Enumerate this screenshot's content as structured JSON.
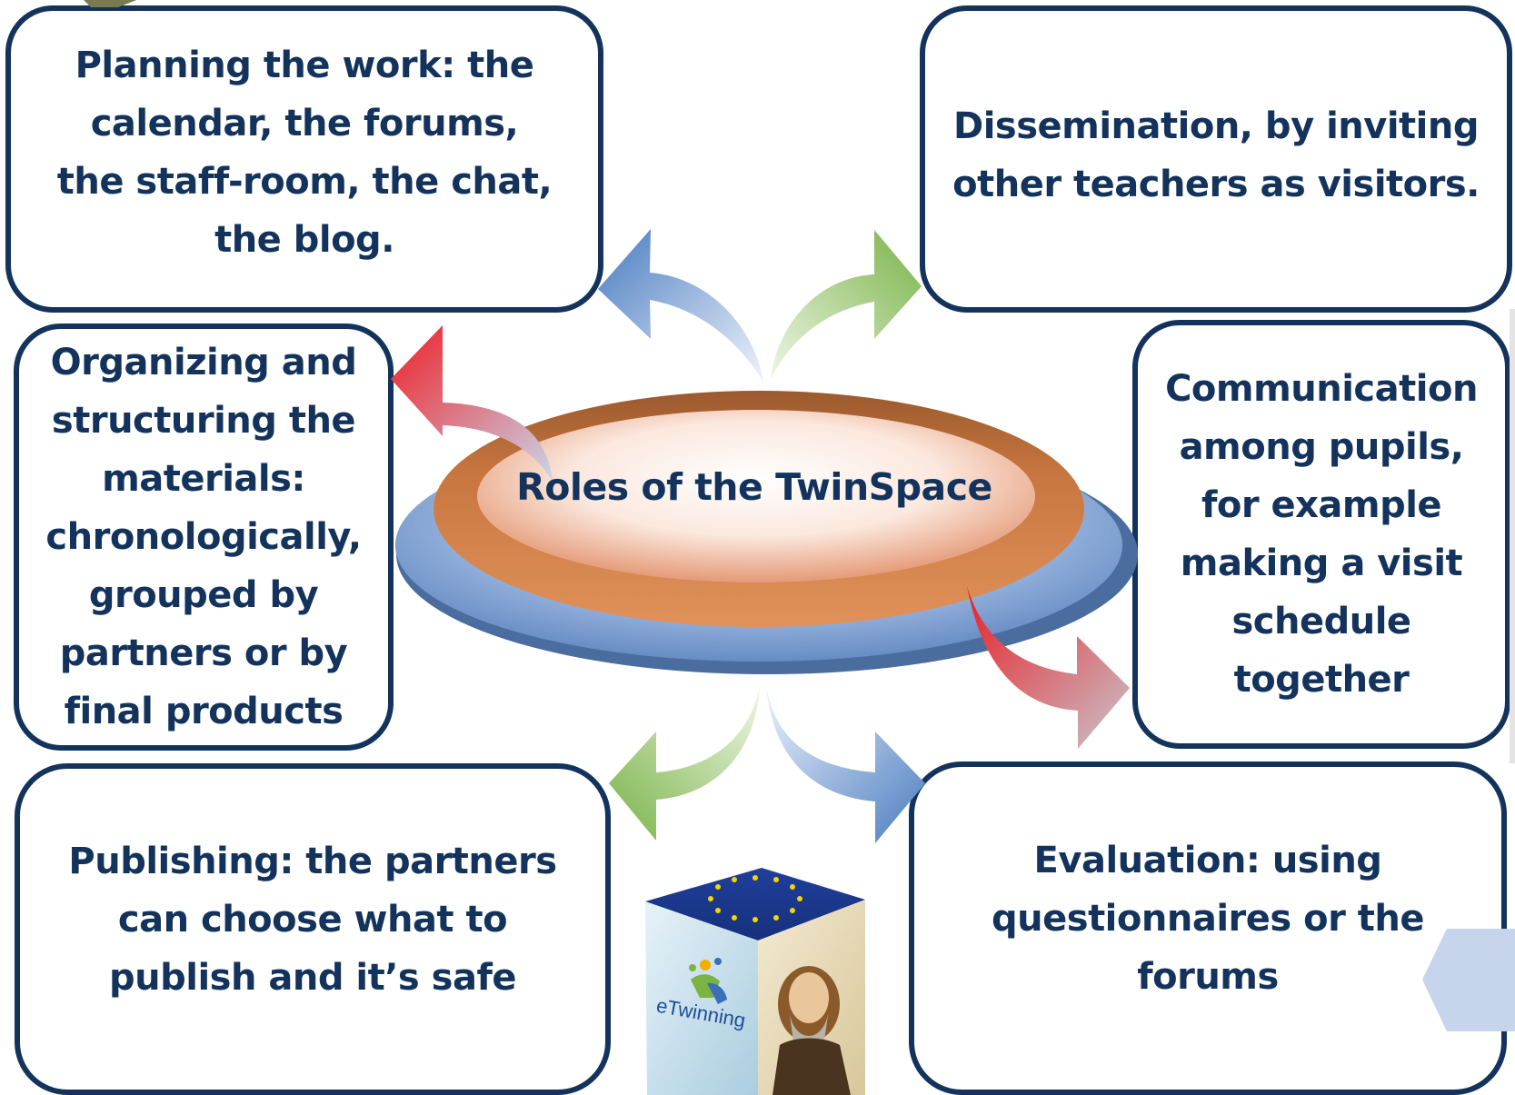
{
  "center": {
    "title": "Roles of the TwinSpace"
  },
  "boxes": {
    "planning": "Planning the work:  the\ncalendar, the forums,\nthe staff-room, the chat,\nthe blog.",
    "dissemination": "Dissemination, by inviting\nother teachers as visitors.",
    "organizing": "Organizing and\nstructuring the\nmaterials:\nchronologically,\ngrouped by\npartners or by\nfinal products",
    "communication": "Communication\namong pupils,\nfor example\nmaking a visit\nschedule\ntogether",
    "publishing": "Publishing: the partners\ncan choose what to\npublish and it’s safe",
    "evaluation": "Evaluation: using\nquestionnaires or the\nforums"
  },
  "logo": {
    "text": "eTwinning"
  },
  "colors": {
    "navy": "#13335c",
    "disk_orange": "#d6834a",
    "disk_blue": "#6a90c8",
    "arrow_blue": "#4f7fbf",
    "arrow_green": "#7cb34a",
    "arrow_red": "#e8232b"
  }
}
